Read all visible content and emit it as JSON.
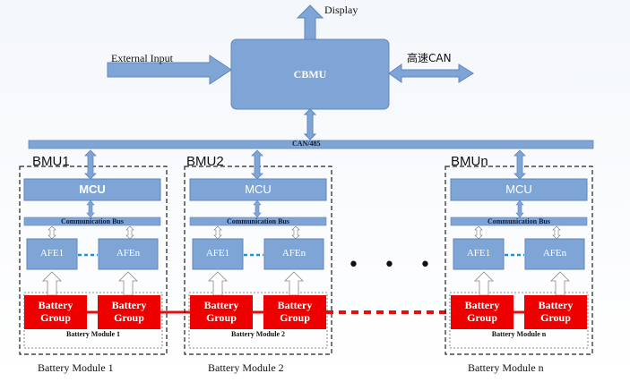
{
  "top": {
    "display": "Display",
    "external_input": "External Input",
    "cbmu": "CBMU",
    "can_high": "高速CAN",
    "bus": "CAN/485"
  },
  "modules": [
    {
      "bmu": "BMU1",
      "mcu": "MCU",
      "comm_bus": "Communication Bus",
      "afe1": "AFE1",
      "afen": "AFEn",
      "bg1": [
        "Battery",
        "Group"
      ],
      "bg2": [
        "Battery",
        "Group"
      ],
      "inner_label": "Battery Module 1",
      "caption": "Battery Module 1"
    },
    {
      "bmu": "BMU2",
      "mcu": "MCU",
      "comm_bus": "Communication Bus",
      "afe1": "AFE1",
      "afen": "AFEn",
      "bg1": [
        "Battery",
        "Group"
      ],
      "bg2": [
        "Battery",
        "Group"
      ],
      "inner_label": "Battery Module 2",
      "caption": "Battery Module 2"
    },
    {
      "bmu": "BMUn",
      "mcu": "MCU",
      "comm_bus": "Communication Bus",
      "afe1": "AFE1",
      "afen": "AFEn",
      "bg1": [
        "Battery",
        "Group"
      ],
      "bg2": [
        "Battery",
        "Group"
      ],
      "inner_label": "Battery Module n",
      "caption": "Battery Module n"
    }
  ],
  "ellipsis": "• • •",
  "colors": {
    "box": "#7fa5d6",
    "box_dark": "#5f86bd",
    "battery": "#ee0000",
    "link_red": "#e31010",
    "dash_blue": "#1b8fe0"
  }
}
